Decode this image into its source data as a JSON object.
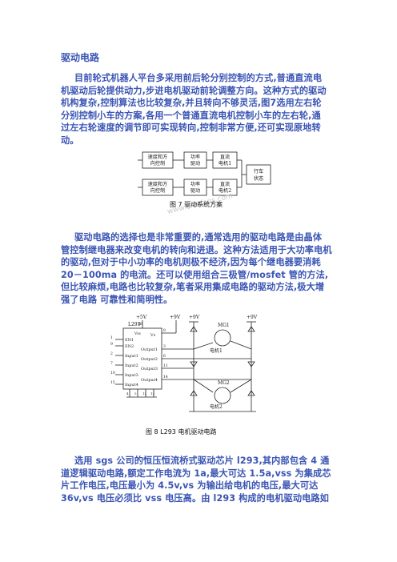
{
  "heading": "驱动电路",
  "para1": [
    "目前轮式机器人平台多采用前后轮分别控制的方式,普通直流电",
    "机驱动后轮提供动力,步进电机驱动前轮调整方向。这种方式的驱动",
    "机构复杂,控制算法也比较复杂,并且转向不够灵活,图7选用左右轮",
    "分别控制小车的方案,各用一个普通直流电机控制小车的左右轮,通",
    "过左右轮速度的调节即可实现转向,控制非常方便,还可实现原地转",
    "动。"
  ],
  "fig7": {
    "blocks": {
      "speed_dir_1": [
        "速度和方",
        "向控制"
      ],
      "power_drive_1": [
        "功率",
        "驱动"
      ],
      "motor_1": [
        "直流",
        "电机1"
      ],
      "speed_dir_2": [
        "速度和方",
        "向控制"
      ],
      "power_drive_2": [
        "功率",
        "驱动"
      ],
      "motor_2": [
        "直流",
        "电机2"
      ],
      "state": [
        "行车",
        "状态"
      ]
    },
    "caption": "图 7    驱动系统方案"
  },
  "para2": [
    "驱动电路的选择也是非常重要的,通常选用的驱动电路是由晶体",
    "管控制继电器来改变电机的转向和进退。这种方法适用于大功率电机",
    "的驱动,但对于中小功率的电机则极不经济,因为每个继电器要消耗",
    "20－100ma 的电流。还可以使用组合三极管/mosfet 管的方法,",
    "但比较麻烦,电路也比较复杂,笔者采用集成电路的驱动方法,极大增",
    "强了电路                                            可靠性和简明性。"
  ],
  "fig8": {
    "chip": "L293",
    "supply_5v": "+5V",
    "supply_9v": "+9V",
    "motor1_label": "MG1",
    "motor1_name": "电机1",
    "motor2_label": "MG2",
    "motor2_name": "电机2",
    "pins_left": [
      "1",
      "9",
      "2",
      "7",
      "10",
      "15"
    ],
    "pins_left_labels": [
      "EN1",
      "EN2",
      "Input1",
      "Input2",
      "Input3",
      "Input4"
    ],
    "pins_right": [
      "8",
      "3",
      "6",
      "11",
      "14"
    ],
    "pins_right_labels": [
      "Vs",
      "Output1",
      "Output2",
      "Output3",
      "Output4"
    ],
    "pin16": "16",
    "vss": "Vss",
    "gnd_pins": [
      "4",
      "5",
      "12",
      "13"
    ],
    "caption": "图 8    L293 电机驱动电路"
  },
  "watermark": "www.elecfans.com",
  "para3": [
    "选用 sgs 公司的恒压恒流桥式驱动芯片 l293,其内部包含 4 通",
    "道逻辑驱动电路,额定工作电流为 1a,最大可达 1.5a,vss 为集成芯",
    "片工作电压,电压最小为 4.5v,vs 为输出给电机的电压,最大可达",
    "36v,vs 电压必须比 vss 电压高。由 l293 构成的电机驱动电路如"
  ]
}
